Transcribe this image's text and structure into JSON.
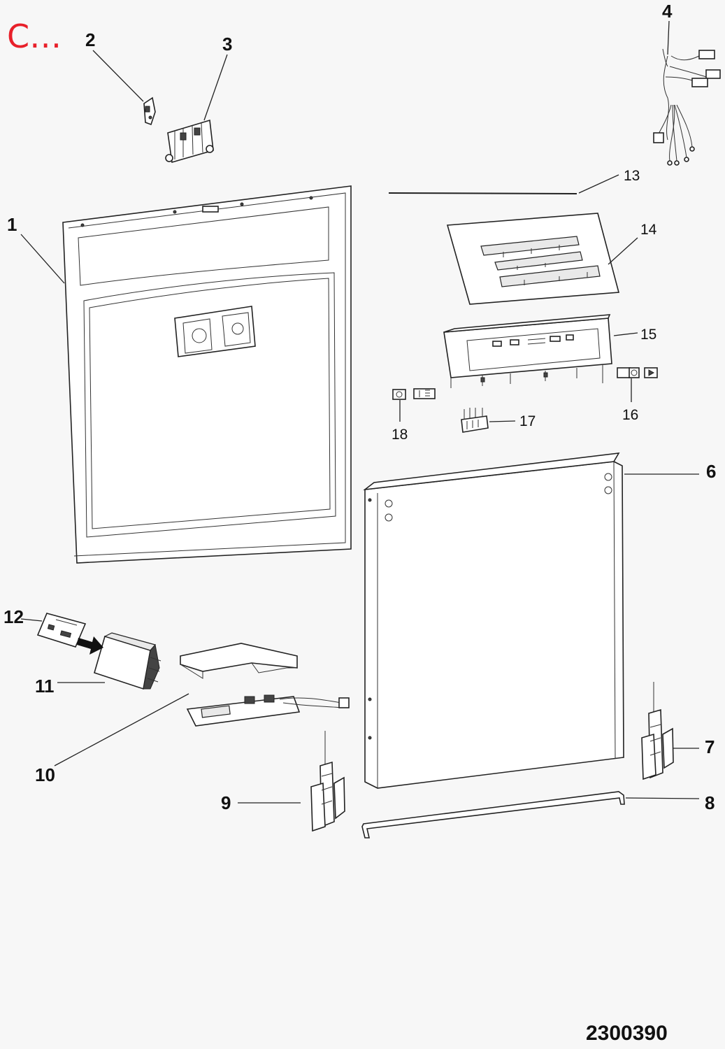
{
  "header": {
    "corner_text": "C…"
  },
  "footer": {
    "drawing_code": "2300390"
  },
  "labels": {
    "p1": "1",
    "p2": "2",
    "p3": "3",
    "p4": "4",
    "p6": "6",
    "p7": "7",
    "p8": "8",
    "p9": "9",
    "p10": "10",
    "p11": "11",
    "p12": "12",
    "p13": "13",
    "p14": "14",
    "p15": "15",
    "p16": "16",
    "p17": "17",
    "p18": "18"
  }
}
